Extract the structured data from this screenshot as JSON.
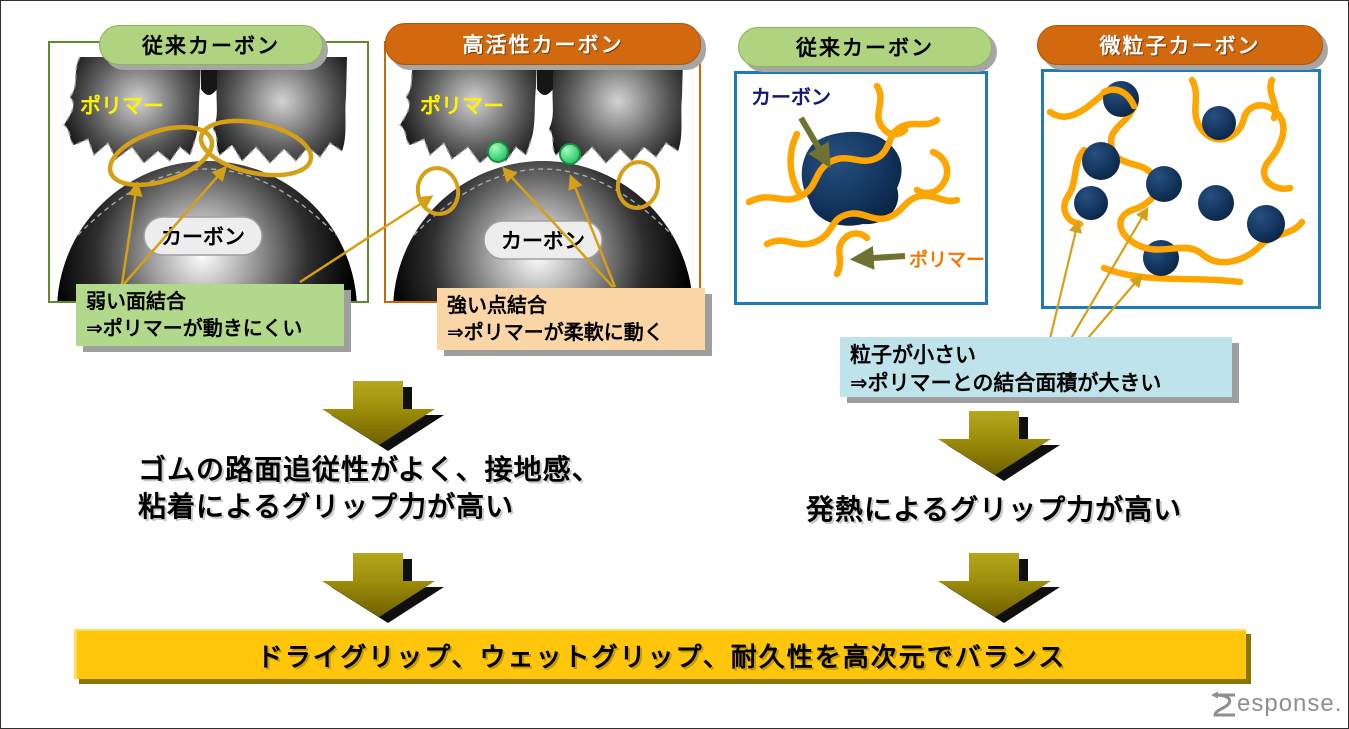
{
  "diagram": {
    "panels": [
      {
        "label": "従来カーボン",
        "polymer": "ポリマー",
        "carbon": "カーボン"
      },
      {
        "label": "高活性カーボン",
        "polymer": "ポリマー",
        "carbon": "カーボン"
      },
      {
        "label": "従来カーボン",
        "polymer": "ポリマー",
        "carbon": "カーボン"
      },
      {
        "label": "微粒子カーボン"
      }
    ],
    "notes": [
      {
        "line1": "弱い面結合",
        "line2": "⇒ポリマーが動きにくい"
      },
      {
        "line1": "強い点結合",
        "line2": "⇒ポリマーが柔軟に動く"
      },
      {
        "line1": "粒子が小さい",
        "line2": "⇒ポリマーとの結合面積が大きい"
      }
    ],
    "conclusions": {
      "left_line1": "ゴムの路面追従性がよく、接地感、",
      "left_line2": "粘着によるグリップ力が高い",
      "right": "発熱によるグリップ力が高い"
    },
    "banner": "ドライグリップ、ウェットグリップ、耐久性を高次元でバランス",
    "watermark": "Response.",
    "watermark_tail": "esponse."
  },
  "colors": {
    "green_pill": "#AFD37F",
    "orange_pill": "#D2690F",
    "panel_green_border": "#5F8A28",
    "panel_orange_border": "#C96A0A",
    "panel_blue_border": "#1F7AB8",
    "note_green": "#B2D88B",
    "note_peach": "#FAD5A5",
    "note_blue": "#BFE3EA",
    "gold_annotation": "#D4A017",
    "banner_bg": "#FFC60B",
    "block_arrow_light": "#B5A81E",
    "block_arrow_dark": "#6F6000",
    "polymer_strand_orange": "#FFA500",
    "carbon_navy": "#0E2A50",
    "olive_arrow": "#6E7233"
  }
}
